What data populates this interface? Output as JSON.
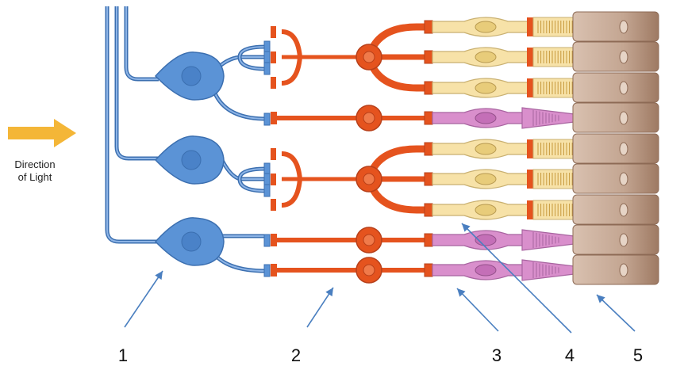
{
  "light": {
    "line1": "Direction",
    "line2": "of Light"
  },
  "labels": [
    "1",
    "2",
    "3",
    "4",
    "5"
  ],
  "colors": {
    "ganglion": "#5b93d6",
    "ganglion_stroke": "#3b6fb0",
    "bipolar": "#e5531e",
    "bipolar_stroke": "#b8401a",
    "cone": "#f7e2a8",
    "cone_stroke": "#c9b070",
    "rod": "#d98fcc",
    "rod_stroke": "#a864a0",
    "epithelium": "#c9ac9a",
    "epithelium_dark": "#9b7560",
    "arrow_light": "#f4b637",
    "pointer": "#4a7fc0"
  }
}
